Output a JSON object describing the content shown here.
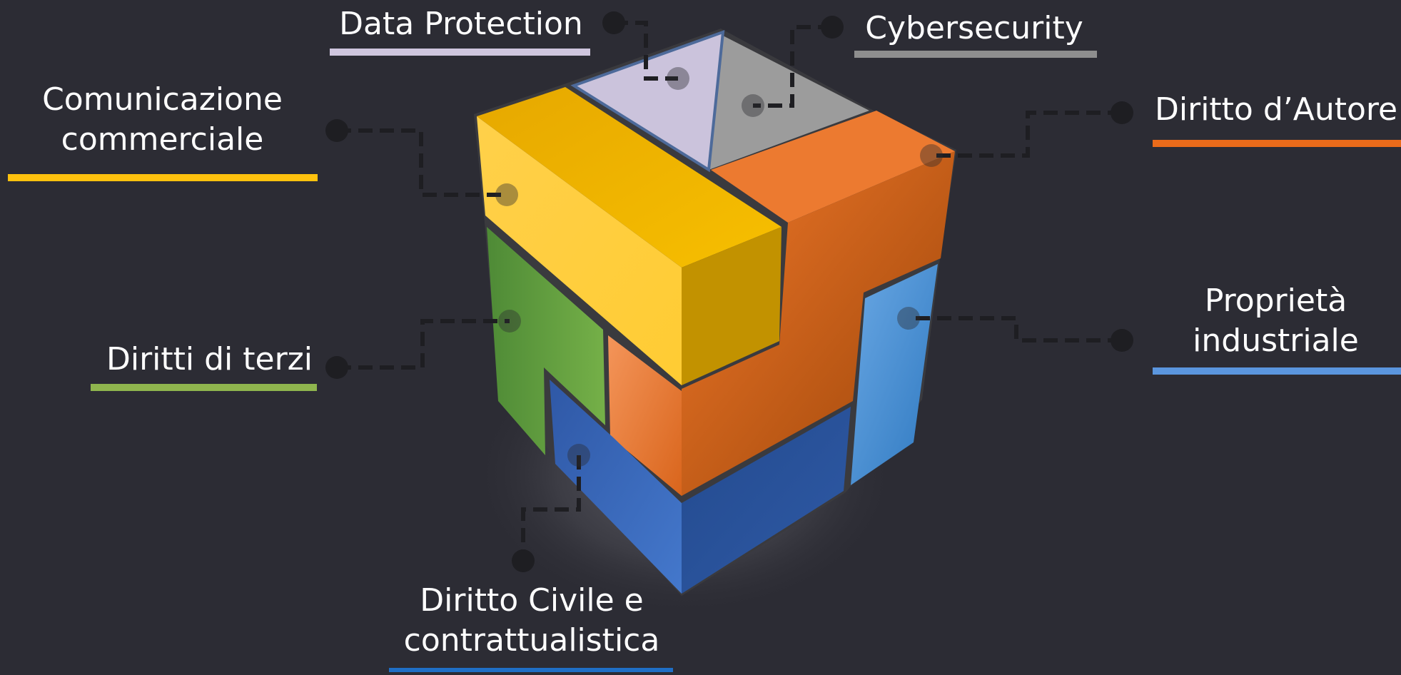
{
  "areas": [
    {
      "id": "data-protection",
      "label": "Data Protection",
      "color": "#cfc6de"
    },
    {
      "id": "cybersecurity",
      "label": "Cybersecurity",
      "color": "#8e8e8e"
    },
    {
      "id": "comunicazione-commerciale",
      "label": "Comunicazione commerciale",
      "color": "#ffc20e"
    },
    {
      "id": "diritto-autore",
      "label": "Diritto d’Autore",
      "color": "#ea6b1a"
    },
    {
      "id": "diritti-terzi",
      "label": "Diritti di terzi",
      "color": "#8fb54e"
    },
    {
      "id": "proprieta-industriale",
      "label": "Proprietà industriale",
      "color": "#5b96de"
    },
    {
      "id": "diritto-civile",
      "label": "Diritto Civile e contrattualistica",
      "color": "#1f6fc6"
    }
  ]
}
